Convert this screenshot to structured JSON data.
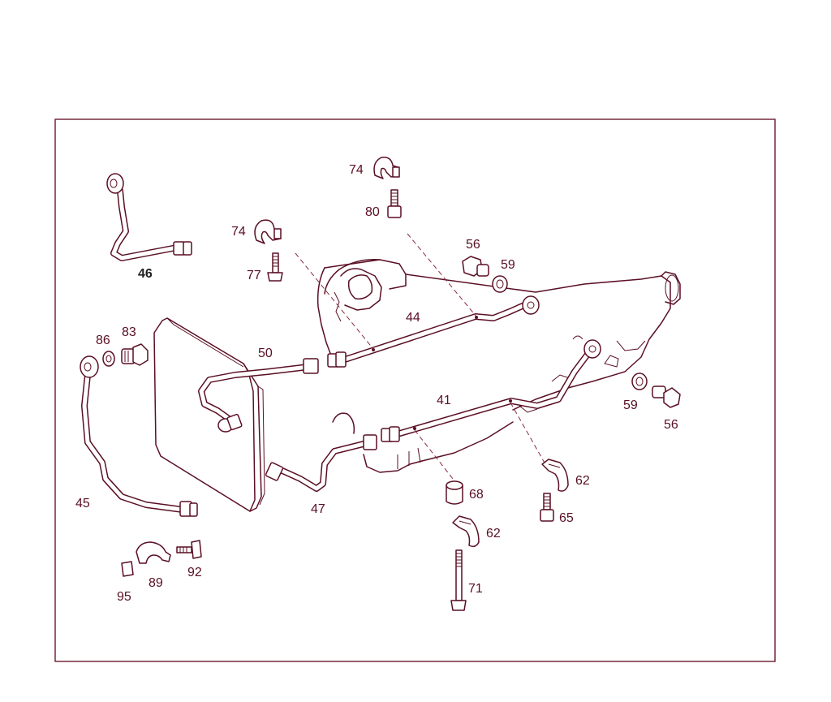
{
  "callouts": {
    "c46": "46",
    "c74a": "74",
    "c80": "80",
    "c74b": "74",
    "c77": "77",
    "c56a": "56",
    "c59a": "59",
    "c44": "44",
    "c86": "86",
    "c83": "83",
    "c50": "50",
    "c41": "41",
    "c59b": "59",
    "c56b": "56",
    "c62a": "62",
    "c65": "65",
    "c68": "68",
    "c62b": "62",
    "c45": "45",
    "c47": "47",
    "c71": "71",
    "c89": "89",
    "c92": "92",
    "c95": "95"
  }
}
